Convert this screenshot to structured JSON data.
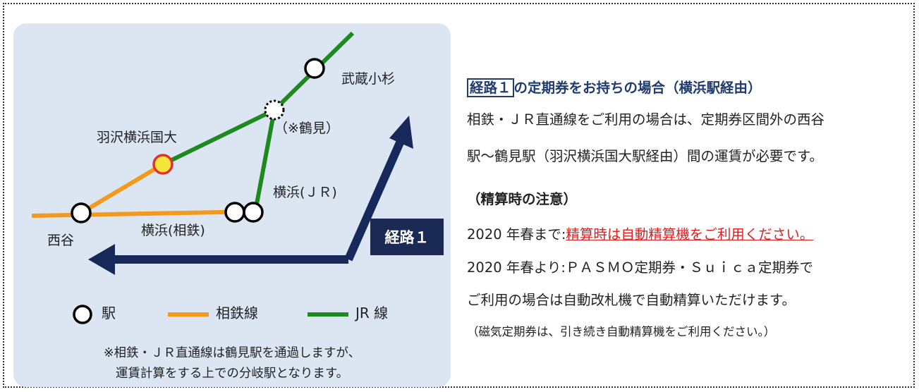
{
  "map": {
    "stations": {
      "musashi_kosugi": "武蔵小杉",
      "tsurumi": "（※鶴見）",
      "hazawa": "羽沢横浜国大",
      "yokohama_jr": "横浜(ＪＲ)",
      "nishiya": "西谷",
      "yokohama_sotetsu": "横浜(相鉄)"
    },
    "route_badge": "経路１",
    "legend": {
      "station": "駅",
      "sotetsu_line": "相鉄線",
      "jr_line": "JR 線"
    },
    "note_line1": "※相鉄・ＪＲ直通線は鶴見駅を通過しますが、",
    "note_line2": "運賃計算をする上での分岐駅となります。",
    "colors": {
      "sotetsu": "#f39a1d",
      "jr": "#1e8a1e",
      "arrow": "#16295a",
      "hazawa_fill": "#f5e53a",
      "hazawa_ring": "#e23030"
    }
  },
  "info": {
    "heading_boxed": "経路１",
    "heading_rest": "の定期券をお持ちの場合（横浜駅経由）",
    "para1_line1": "相鉄・ＪＲ直通線をご利用の場合は、定期券区間外の西谷",
    "para1_line2": "駅～鶴見駅（羽沢横浜国大駅経由）間の運賃が必要です。",
    "subheading": "（精算時の注意）",
    "until_prefix": "2020 年春まで:",
    "until_red": "精算時は自動精算機をご利用ください。",
    "from_line1": "2020 年春より:ＰＡＳＭＯ定期券・Ｓｕｉｃａ定期券で",
    "from_line2": "ご利用の場合は自動改札機で自動精算いただけます。",
    "footnote": "（磁気定期券は、引き続き自動精算機をご利用ください。）"
  }
}
